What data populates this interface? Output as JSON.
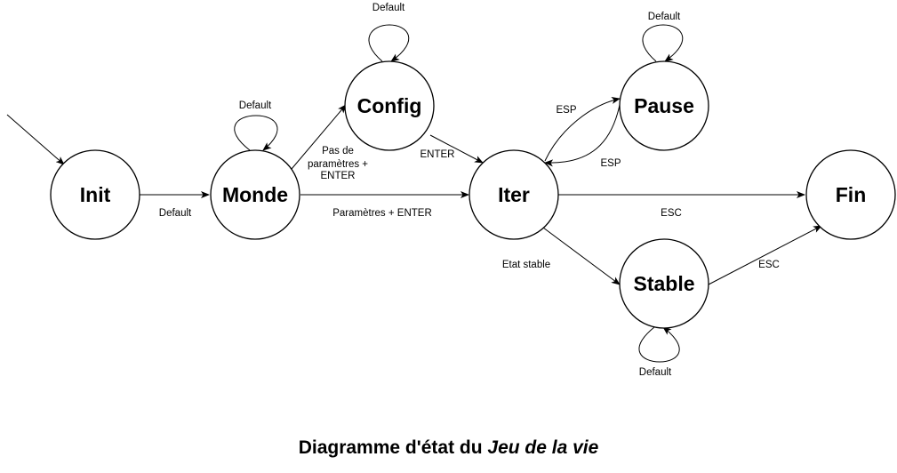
{
  "states": {
    "init": "Init",
    "monde": "Monde",
    "config": "Config",
    "iter": "Iter",
    "pause": "Pause",
    "stable": "Stable",
    "fin": "Fin"
  },
  "transitions": {
    "init_monde": "Default",
    "monde_self": "Default",
    "config_self": "Default",
    "pause_self": "Default",
    "stable_self": "Default",
    "monde_config": [
      "Pas de",
      "paramètres +",
      "ENTER"
    ],
    "monde_iter": "Paramètres + ENTER",
    "config_iter": "ENTER",
    "iter_pause": "ESP",
    "pause_iter": "ESP",
    "iter_fin": "ESC",
    "iter_stable": "Etat stable",
    "stable_fin": "ESC"
  },
  "caption": {
    "prefix": "Diagramme d'état du ",
    "emphasis": "Jeu de la vie"
  }
}
